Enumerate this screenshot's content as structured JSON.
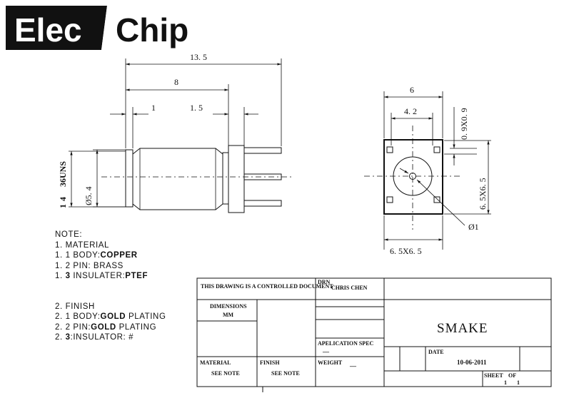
{
  "logo": {
    "left": "Elec",
    "right": "Chip"
  },
  "side_view": {
    "dim_overall": "13. 5",
    "dim_body": "8",
    "dim_left": "1",
    "dim_right": "1. 5",
    "thread_label_pre": "1",
    "thread_label_post": "4",
    "thread_label_tail": "36UNS",
    "diam_label": "Ø5. 4"
  },
  "top_view": {
    "dim_width": "6",
    "dim_inner": "4. 2",
    "dim_pin": "0. 9X0. 9",
    "dim_side": "6. 5X6. 5",
    "dim_bottom": "6. 5X6. 5",
    "dim_center": "Ø1"
  },
  "notes": {
    "title": "NOTE:",
    "material_heading": "1. MATERIAL",
    "body_pre": "1. 1 BODY:",
    "body_val": "COPPER",
    "pin_line": "1. 2 PIN: BRASS",
    "ins_pre1": "1. ",
    "ins_pre2": "3",
    "ins_pre3": " INSULATER:",
    "ins_val": "PTEF",
    "finish_heading": "2. FINISH",
    "fin_body_pre": "2. 1 BODY:",
    "fin_body_val": "GOLD",
    "fin_body_post": " PLATING",
    "fin_pin_pre": "2. 2 PIN:",
    "fin_pin_val": "GOLD",
    "fin_pin_post": " PLATING",
    "fin_ins_pre1": "2. ",
    "fin_ins_pre2": "3",
    "fin_ins_post": ":INSULATOR: #"
  },
  "title_block": {
    "controlled": "THIS DRAWING IS A CONTROLLED DOCUMENT",
    "drn_label": "DRN",
    "drn_value": "CHRIS CHEN",
    "dimensions_label": "DIMENSIONS",
    "dimensions_value": "MM",
    "company": "SMAKE",
    "application_label": "APELICATION SPEC",
    "application_value": "—",
    "date_label": "DATE",
    "date_value": "10-06-2011",
    "material_label": "MATERIAL",
    "material_value": "SEE NOTE",
    "finish_label": "FINISH",
    "finish_value": "SEE NOTE",
    "weight_label": "WEIGHT",
    "weight_value": "—",
    "sheet_label": "SHEET",
    "of_label": "OF",
    "sheet_value": "1",
    "of_value": "1"
  }
}
